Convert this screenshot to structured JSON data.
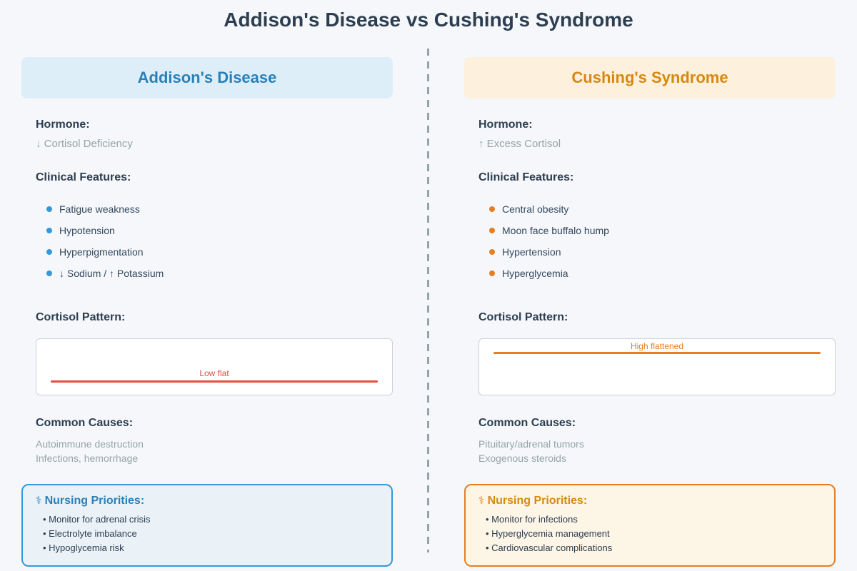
{
  "title": "Addison's Disease vs Cushing's Syndrome",
  "divider": {
    "style": "dashed",
    "color": "#95a5a6"
  },
  "columns": [
    {
      "name": "Addison's Disease",
      "accent_color": "#2980b9",
      "header_bg": "#ddeef8",
      "bullet_color": "#3498db",
      "sections": {
        "hormone": {
          "label": "Hormone:",
          "value": "↓ Cortisol Deficiency"
        },
        "clinical_features": {
          "label": "Clinical Features:",
          "items": [
            "Fatigue weakness",
            "Hypotension",
            "Hyperpigmentation",
            "↓ Sodium / ↑ Potassium"
          ]
        },
        "cortisol_pattern": {
          "label": "Cortisol Pattern:",
          "annotation": "Low flat",
          "line_color": "#e74c3c",
          "line_position": "low"
        },
        "common_causes": {
          "label": "Common Causes:",
          "items": [
            "Autoimmune destruction",
            "Infections, hemorrhage"
          ]
        },
        "nursing": {
          "icon": "⚕",
          "label": "Nursing Priorities:",
          "items": [
            "Monitor for adrenal crisis",
            "Electrolyte imbalance",
            "Hypoglycemia risk"
          ],
          "border_color": "#3498db",
          "bg_color": "#eaf2f8"
        }
      }
    },
    {
      "name": "Cushing's Syndrome",
      "accent_color": "#d68910",
      "header_bg": "#fdf0dc",
      "bullet_color": "#e67e22",
      "sections": {
        "hormone": {
          "label": "Hormone:",
          "value": "↑ Excess Cortisol"
        },
        "clinical_features": {
          "label": "Clinical Features:",
          "items": [
            "Central obesity",
            "Moon face buffalo hump",
            "Hypertension",
            "Hyperglycemia"
          ]
        },
        "cortisol_pattern": {
          "label": "Cortisol Pattern:",
          "annotation": "High flattened",
          "line_color": "#e67e22",
          "line_position": "high"
        },
        "common_causes": {
          "label": "Common Causes:",
          "items": [
            "Pituitary/adrenal tumors",
            "Exogenous steroids"
          ]
        },
        "nursing": {
          "icon": "⚕",
          "label": "Nursing Priorities:",
          "items": [
            "Monitor for infections",
            "Hyperglycemia management",
            "Cardiovascular complications"
          ],
          "border_color": "#e67e22",
          "bg_color": "#fdf5e6"
        }
      }
    }
  ]
}
